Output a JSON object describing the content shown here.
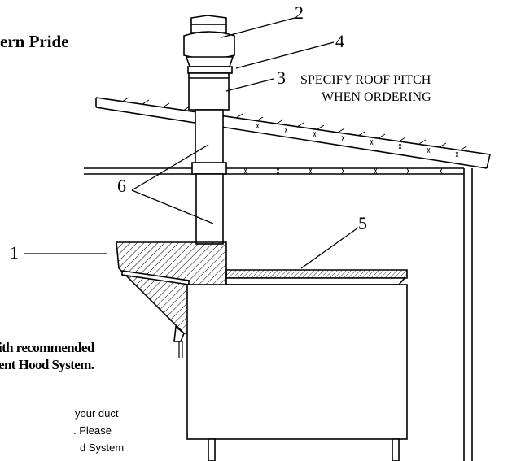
{
  "heading_fragment": "ern Pride",
  "callouts": {
    "c1": "1",
    "c2": "2",
    "c3": "3",
    "c4": "4",
    "c5": "5",
    "c6": "6"
  },
  "roof_note": {
    "line1": "SPECIFY ROOF PITCH",
    "line2": "WHEN ORDERING"
  },
  "caption": {
    "line1": "ith recommended",
    "line2": "ent Hood System."
  },
  "body_text": {
    "line1": "your duct",
    "line2": ".  Please",
    "line3": "d System"
  },
  "colors": {
    "ink": "#000000",
    "paper": "#ffffff"
  }
}
